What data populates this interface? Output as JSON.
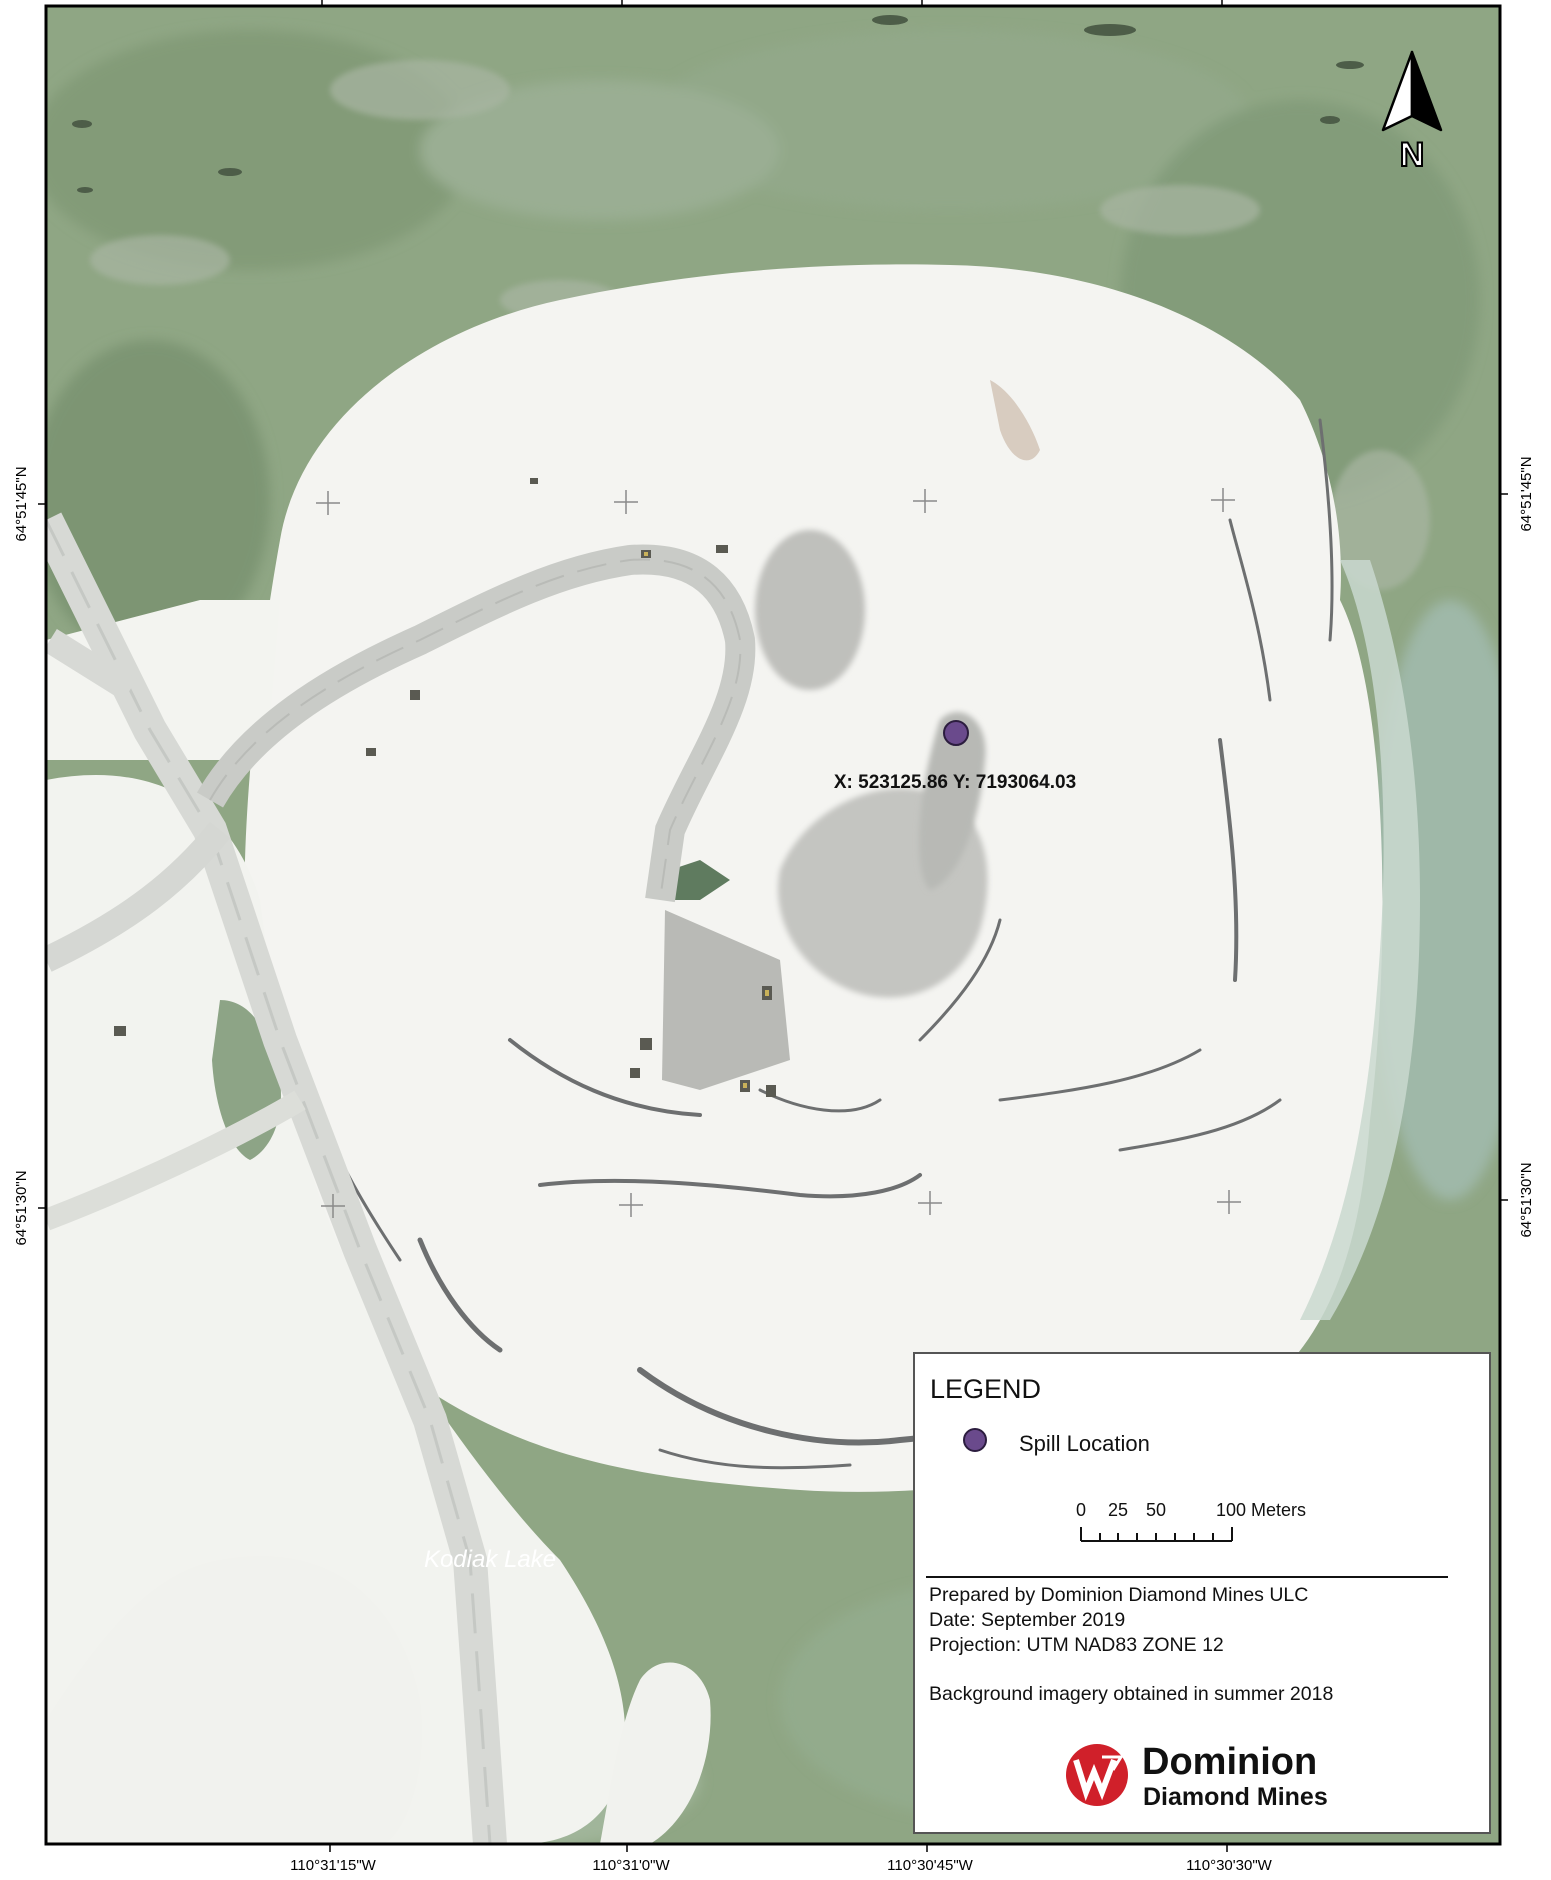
{
  "grid_labels": {
    "lon": [
      "110°31'15\"W",
      "110°31'0\"W",
      "110°30'45\"W",
      "110°30'30\"W"
    ],
    "lat": [
      "64°51'45\"N",
      "64°51'30\"N"
    ]
  },
  "north_arrow": {
    "label": "N",
    "icon": "north-arrow-icon"
  },
  "spill": {
    "coord_label": "X: 523125.86  Y: 7193064.03",
    "color": "#6a4a8c"
  },
  "water_label": "Kodiak Lake",
  "legend": {
    "title": "LEGEND",
    "item_label": "Spill Location",
    "scale": {
      "ticks": [
        "0",
        "25",
        "50",
        "100 Meters"
      ]
    },
    "info_lines": [
      "Prepared by Dominion Diamond Mines ULC",
      "Date:  September 2019",
      "Projection:  UTM NAD83 ZONE 12",
      "Background imagery obtained in summer 2018"
    ],
    "logo": {
      "line1": "Dominion",
      "line2": "Diamond Mines",
      "color": "#d0202a"
    }
  }
}
